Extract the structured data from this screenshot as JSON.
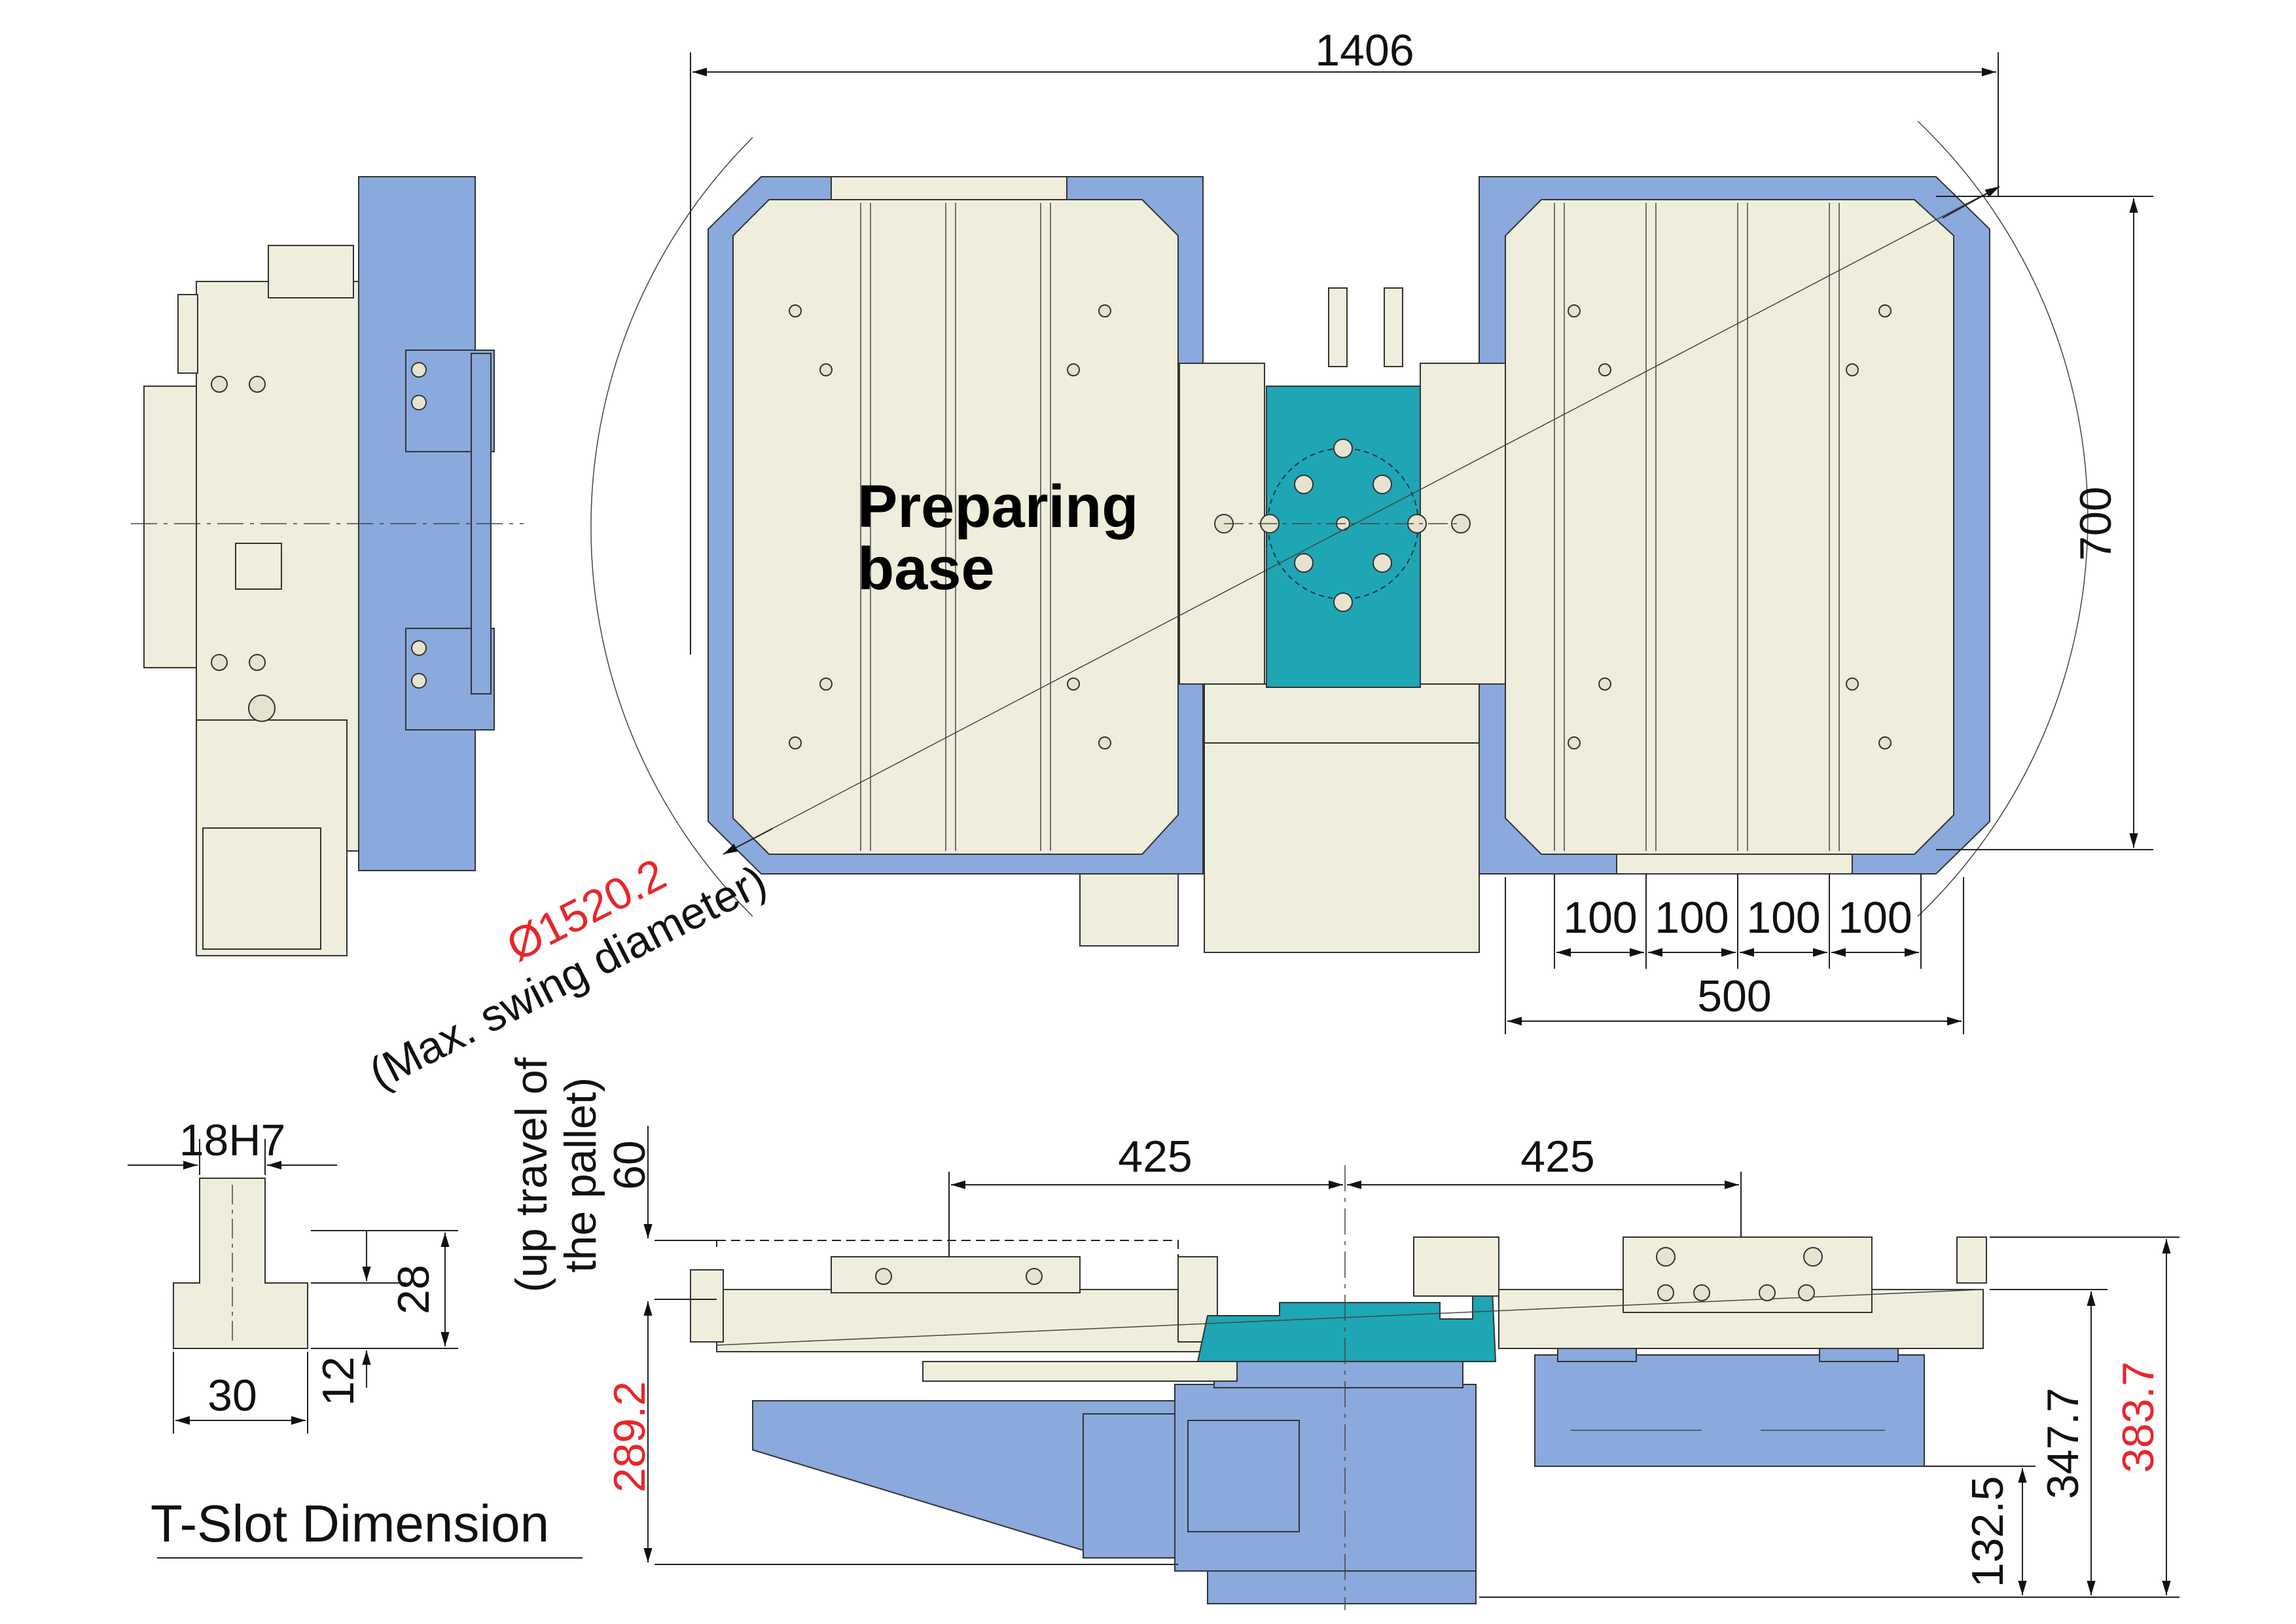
{
  "dimensions": {
    "top_width": "1406",
    "height_right": "700",
    "slot_pitch": [
      "100",
      "100",
      "100",
      "100"
    ],
    "slot_total": "500",
    "swing_diameter": "Ø1520.2",
    "swing_note": "(Max. swing diameter)",
    "half_span_left": "425",
    "half_span_right": "425",
    "up_travel": "60",
    "up_travel_note_1": "(up travel of",
    "up_travel_note_2": "the pallet)",
    "height_left": "289.2",
    "height_347": "347.7",
    "height_383": "383.7",
    "height_132": "132.5"
  },
  "tslot": {
    "fit": "18H7",
    "depth": "28",
    "neck": "12",
    "width": "30",
    "title": "T-Slot Dimension"
  },
  "labels": {
    "pallet_line1": "Preparing",
    "pallet_line2": "base"
  },
  "colors": {
    "red_dimension": "#e8262a",
    "cream_part": "#efeedd",
    "blue_part": "#8aa9dc",
    "teal_part": "#1ea6b4"
  }
}
